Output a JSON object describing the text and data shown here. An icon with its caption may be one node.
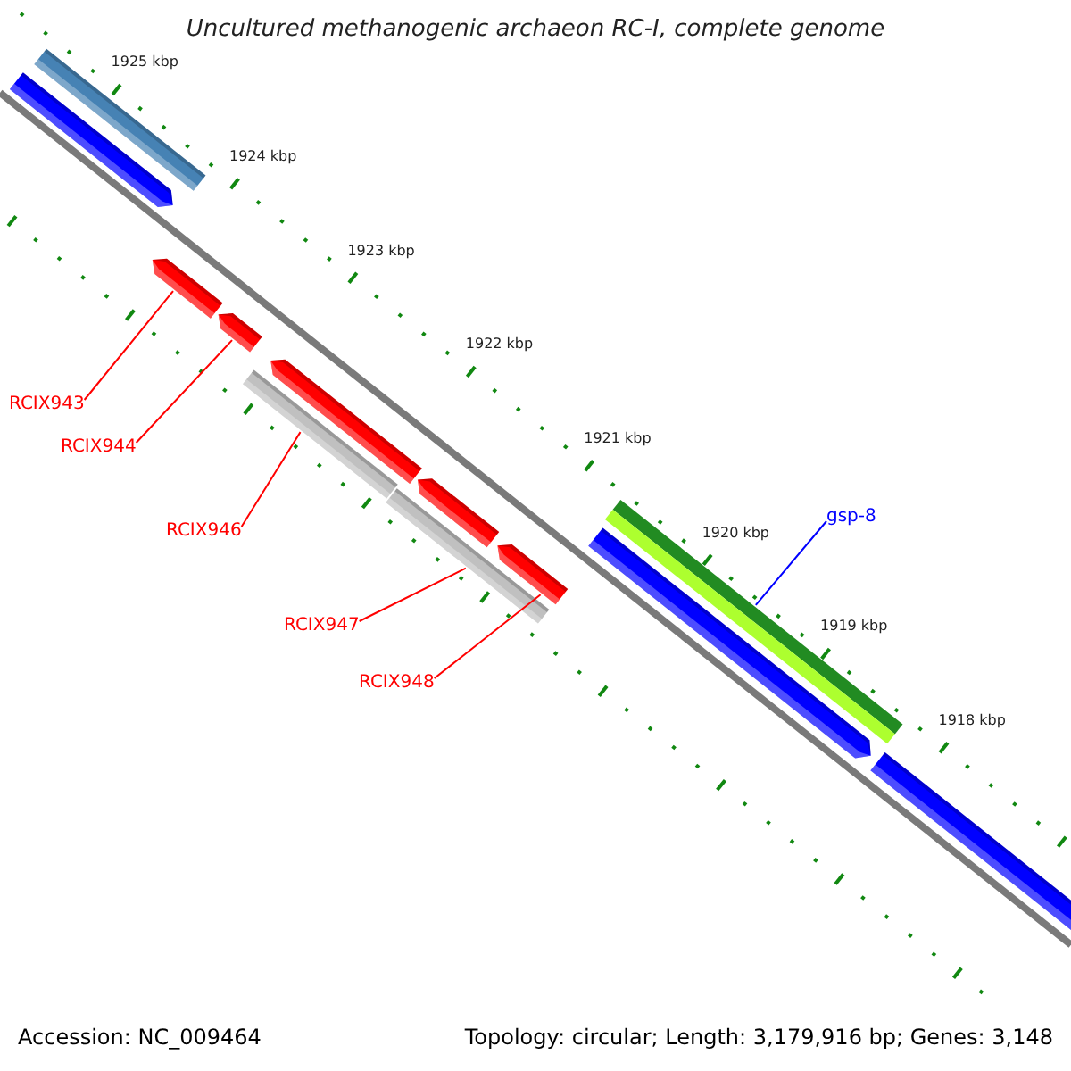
{
  "diagram": {
    "title": "Uncultured methanogenic archaeon RC-I, complete genome",
    "nodes": [
      {
        "text": [],
        "shape": "bar"
      },
      {
        "text": [],
        "shape": "bar"
      },
      {
        "text": [],
        "shape": "bar"
      },
      {
        "text": [],
        "shape": "bar"
      },
      {
        "text": [],
        "shape": "bar"
      },
      {
        "text": [],
        "shape": "bar"
      },
      {
        "text": [],
        "shape": "bar"
      },
      {
        "text": [],
        "shape": "bar"
      },
      {
        "text": [],
        "shape": "bar"
      },
      {
        "text": [],
        "shape": "bar"
      },
      {
        "text": [],
        "shape": "bar"
      },
      {
        "text": [],
        "shape": "bar"
      },
      {
        "text": [
          "gsp-8"
        ]
      },
      {
        "text": [
          "RCIX943"
        ]
      },
      {
        "text": [
          "RCIX944"
        ]
      },
      {
        "text": [
          "RCIX946"
        ]
      },
      {
        "text": [
          "RCIX947"
        ]
      },
      {
        "text": [
          "RCIX948"
        ]
      }
    ],
    "edges": [
      {
        "from": 12,
        "to": 10,
        "arrow": "none",
        "color": "#0000ff"
      },
      {
        "from": 13,
        "to": 2,
        "arrow": "none"
      },
      {
        "from": 14,
        "to": 3,
        "arrow": "none"
      },
      {
        "from": 15,
        "to": 4,
        "arrow": "none"
      },
      {
        "from": 16,
        "to": 7,
        "arrow": "none"
      },
      {
        "from": 17,
        "to": 8,
        "arrow": "none"
      }
    ],
    "labels": [
      "1925 kbp",
      "1924 kbp",
      "1923 kbp",
      "1922 kbp",
      "1921 kbp",
      "1920 kbp",
      "1919 kbp",
      "1918 kbp",
      "Accession: NC_009464",
      "Topology: circular; Length: 3,179,916 bp; Genes: 3,148"
    ]
  }
}
